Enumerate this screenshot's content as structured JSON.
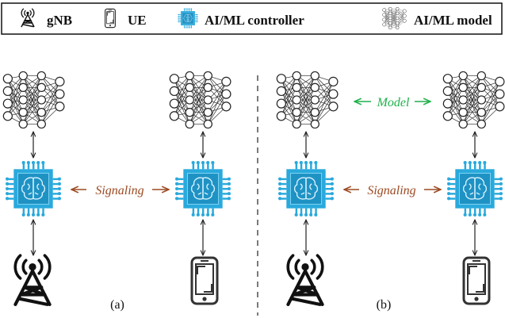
{
  "legend": {
    "items": [
      {
        "label": "gNB",
        "icon": "antenna-tower-icon"
      },
      {
        "label": "UE",
        "icon": "phone-icon"
      },
      {
        "label": "AI/ML controller",
        "icon": "chip-brain-icon"
      },
      {
        "label": "AI/ML model",
        "icon": "neural-network-icon"
      }
    ]
  },
  "panels": {
    "a": {
      "caption": "(a)",
      "signaling_label": "Signaling"
    },
    "b": {
      "caption": "(b)",
      "signaling_label": "Signaling",
      "model_label": "Model"
    }
  },
  "colors": {
    "chip": "#29a9dc",
    "chip_dark": "#167aa3",
    "signaling": "#9c4a22",
    "model": "#1fb04b",
    "stroke": "#222222"
  }
}
